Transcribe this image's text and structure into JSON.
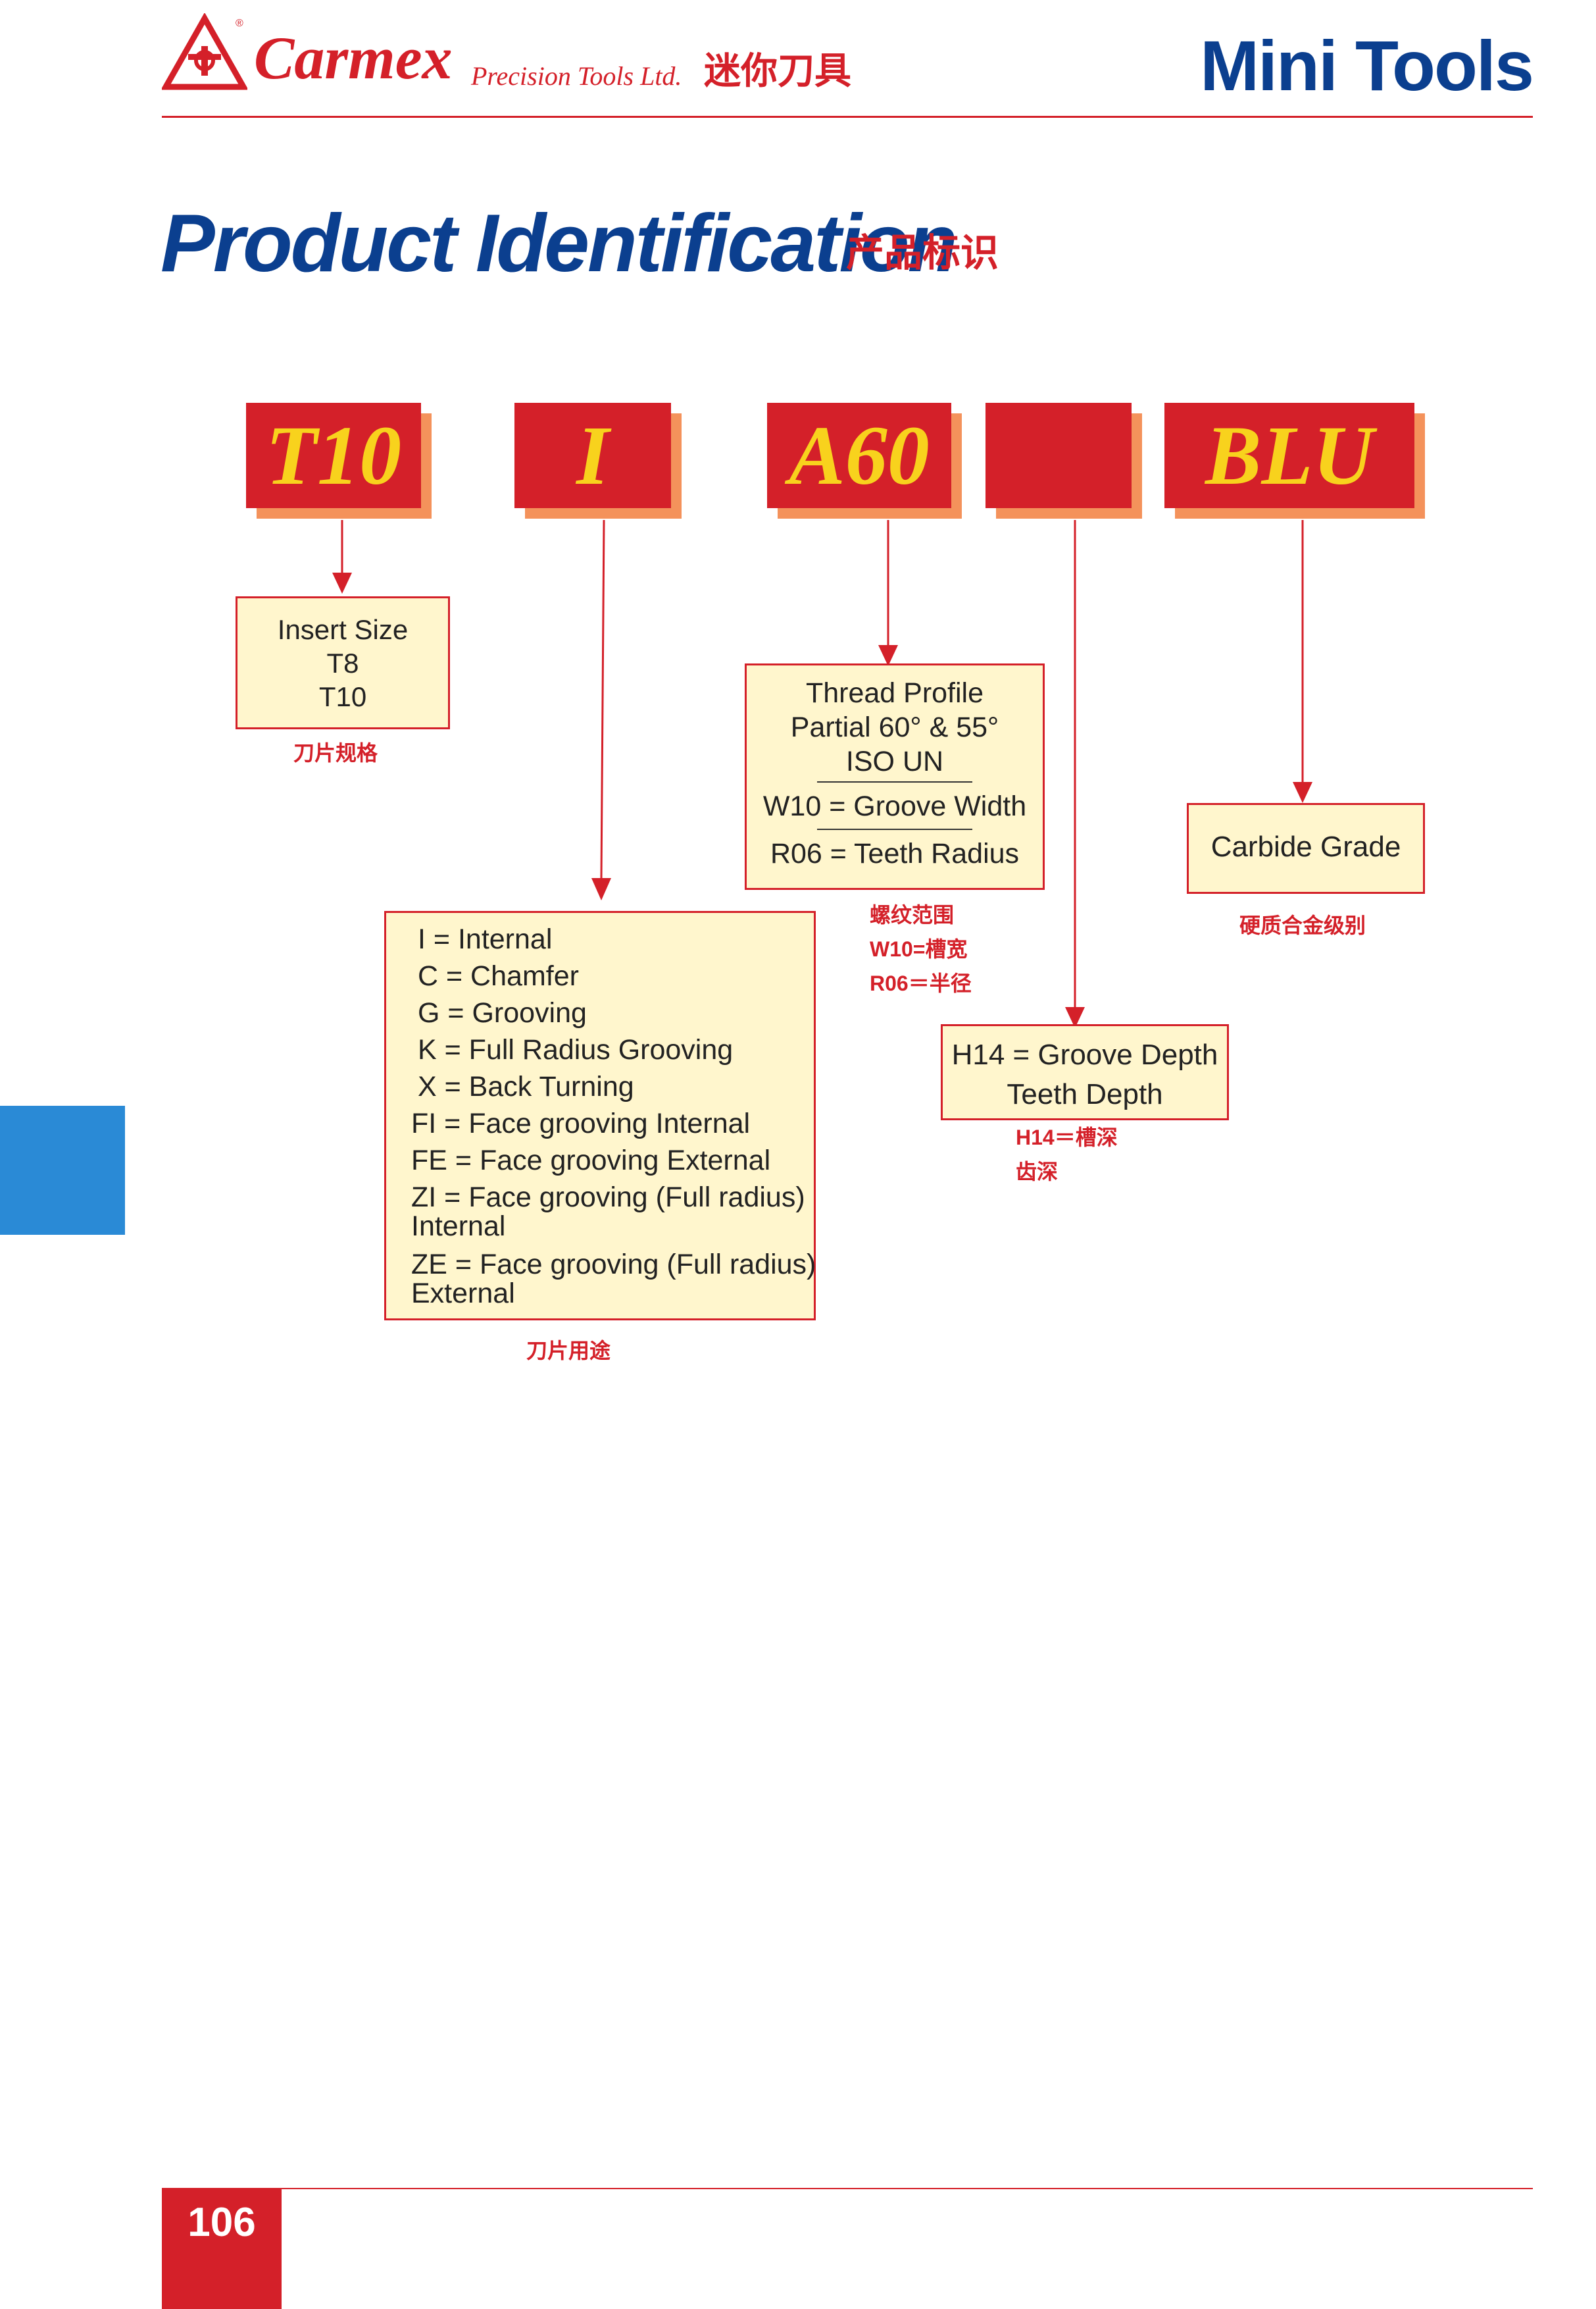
{
  "header": {
    "brand": "Carmex",
    "brand_sub": "Precision Tools Ltd.",
    "brand_cn": "迷你刀具",
    "section_title": "Mini Tools"
  },
  "title": {
    "text": "Product Identification",
    "cn": "产品标识"
  },
  "codes": [
    "T10",
    "I",
    "A60",
    "",
    "BLU"
  ],
  "boxes": {
    "insert_size": {
      "lines": [
        "Insert Size",
        "T8",
        "T10"
      ],
      "cn": "刀片规格"
    },
    "application": {
      "items": [
        "I   = Internal",
        "C = Chamfer",
        "G = Grooving",
        "K = Full Radius Grooving",
        "X = Back Turning",
        "FI = Face grooving Internal",
        "FE = Face grooving External",
        "ZI = Face grooving (Full radius)",
        "Internal",
        "ZE = Face grooving (Full radius)",
        "External"
      ],
      "cn": "刀片用途"
    },
    "thread_profile": {
      "lines": [
        "Thread Profile",
        "Partial 60° & 55°",
        "ISO UN"
      ],
      "w10": "W10 = Groove Width",
      "r06": "R06 = Teeth Radius",
      "cn_lines": [
        "螺纹范围",
        "W10=槽宽",
        "R06＝半径"
      ]
    },
    "groove_depth": {
      "lines": [
        "H14 = Groove Depth",
        "Teeth Depth"
      ],
      "cn_lines": [
        "H14＝槽深",
        "齿深"
      ]
    },
    "carbide_grade": {
      "text": "Carbide Grade",
      "cn": "硬质合金级别"
    }
  },
  "footer": {
    "page_number": "106"
  },
  "colors": {
    "red": "#d42029",
    "blue": "#0b3f8f",
    "yellow": "#f8d21d",
    "shadow": "#f4925b",
    "box_fill": "#fff6cd",
    "tab_blue": "#2a8ad6"
  }
}
